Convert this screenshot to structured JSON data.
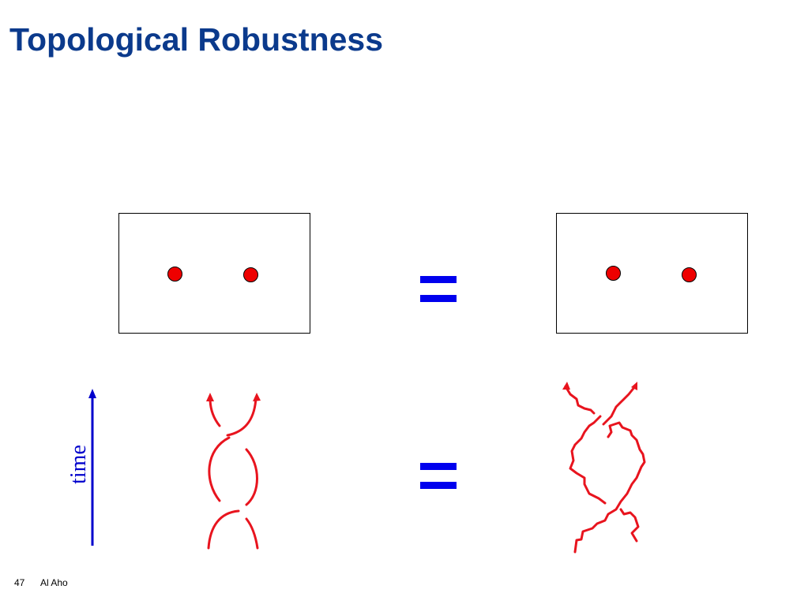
{
  "slide": {
    "title": "Topological Robustness",
    "slide_number": "47",
    "author": "Al Aho"
  },
  "diagram": {
    "time_label": "time",
    "colors": {
      "title": "#0b3a8c",
      "equals": "#0000ee",
      "time_axis": "#0000cc",
      "braid": "#e8141e",
      "particle": "#ee0000"
    }
  }
}
